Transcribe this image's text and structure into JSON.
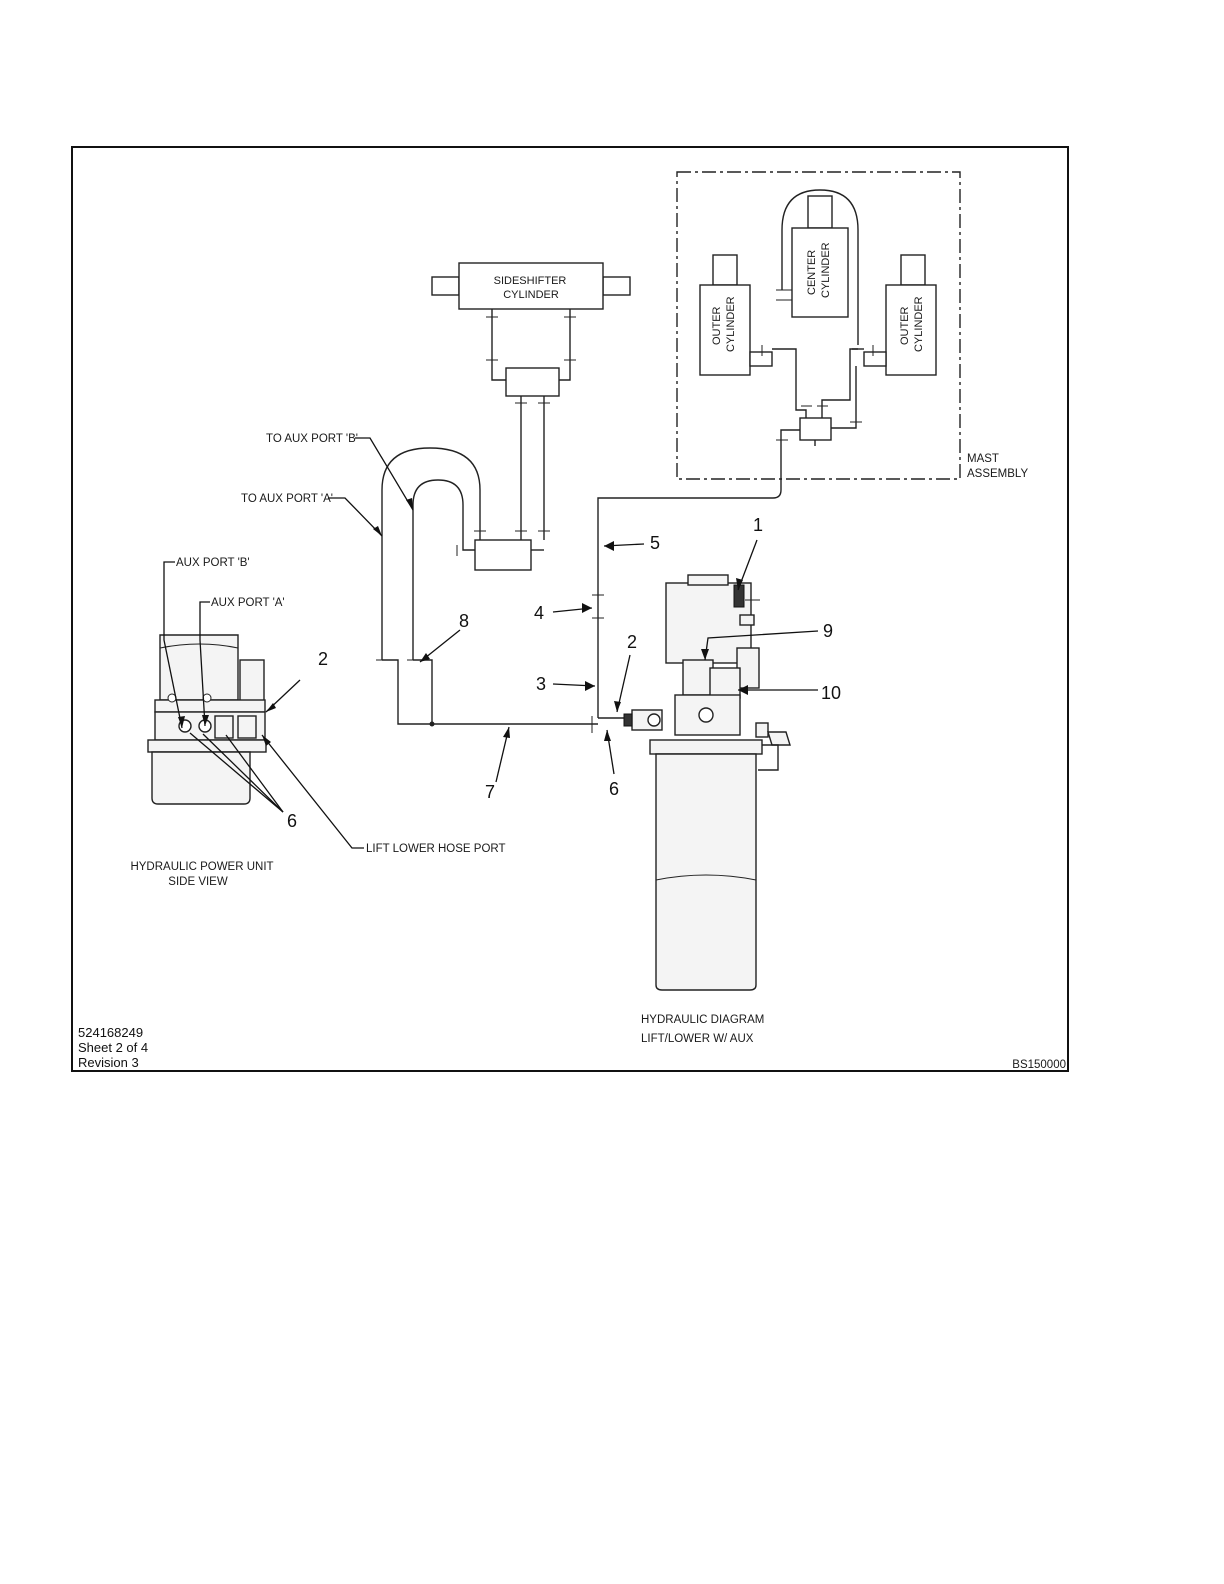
{
  "labels": {
    "sideshifter_l1": "SIDESHIFTER",
    "sideshifter_l2": "CYLINDER",
    "outer_left_l1": "OUTER",
    "outer_left_l2": "CYLINDER",
    "center_l1": "CENTER",
    "center_l2": "CYLINDER",
    "outer_right_l1": "OUTER",
    "outer_right_l2": "CYLINDER",
    "mast_l1": "MAST",
    "mast_l2": "ASSEMBLY",
    "to_aux_b": "TO AUX PORT 'B'",
    "to_aux_a": "TO AUX PORT 'A'",
    "aux_port_b": "AUX PORT 'B'",
    "aux_port_a": "AUX PORT 'A'",
    "lift_lower_port": "LIFT LOWER HOSE PORT",
    "side_view_l1": "HYDRAULIC POWER UNIT",
    "side_view_l2": "SIDE VIEW",
    "diagram_title_l1": "HYDRAULIC DIAGRAM",
    "diagram_title_l2": "LIFT/LOWER W/ AUX"
  },
  "callouts": {
    "n1": "1",
    "n2_left": "2",
    "n2_right": "2",
    "n3": "3",
    "n4": "4",
    "n5": "5",
    "n6_left": "6",
    "n6_right": "6",
    "n7": "7",
    "n8": "8",
    "n9": "9",
    "n10": "10"
  },
  "footer": {
    "part_number": "524168249",
    "sheet": "Sheet 2 of 4",
    "revision": "Revision 3",
    "figure_id": "BS150000"
  }
}
